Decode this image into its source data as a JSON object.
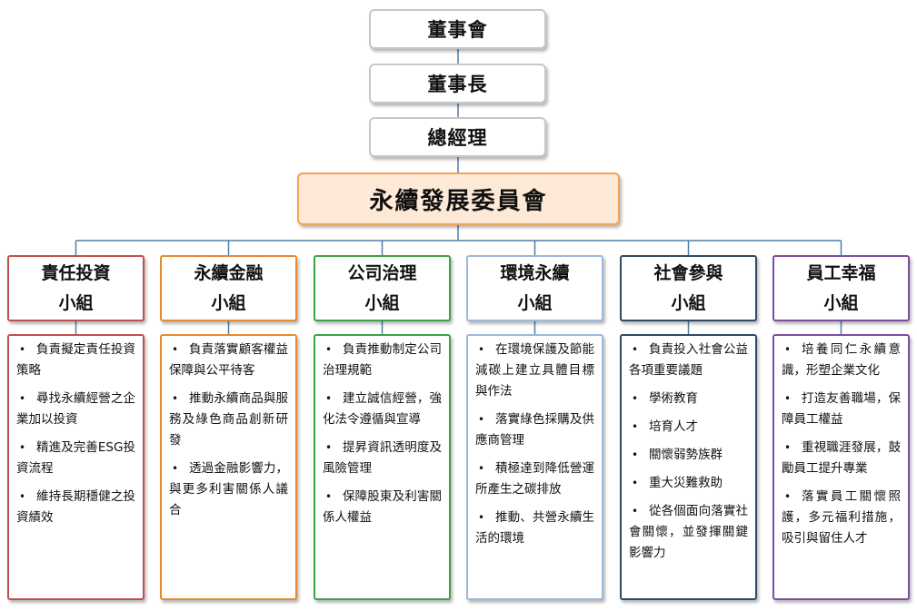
{
  "org": {
    "board": "董事會",
    "chairman": "董事長",
    "president": "總經理",
    "committee": "永續發展委員會"
  },
  "colors": {
    "connector": "#4f7ea8",
    "committee_fill": "#fde9d5",
    "committee_border": "#f0a35a",
    "group_borders": [
      "#c0504d",
      "#e38a33",
      "#3da347",
      "#9cb8da",
      "#2f4b66",
      "#7f4da0"
    ]
  },
  "groups": [
    {
      "title_line1": "責任投資",
      "title_line2": "小組",
      "items": [
        "負責擬定責任投資策略",
        "尋找永續經營之企業加以投資",
        "精進及完善ESG投資流程",
        "維持長期穩健之投資績效"
      ]
    },
    {
      "title_line1": "永續金融",
      "title_line2": "小組",
      "items": [
        "負責落實顧客權益保障與公平待客",
        "推動永續商品與服務及綠色商品創新研發",
        "透過金融影響力，與更多利害關係人議合"
      ]
    },
    {
      "title_line1": "公司治理",
      "title_line2": "小組",
      "items": [
        "負責推動制定公司治理規範",
        "建立誠信經營，強化法令遵循與宣導",
        "提昇資訊透明度及風險管理",
        "保障股東及利害關係人權益"
      ]
    },
    {
      "title_line1": "環境永續",
      "title_line2": "小組",
      "items": [
        "在環境保護及節能減碳上建立具體目標與作法",
        "落實綠色採購及供應商管理",
        "積極達到降低營運所產生之碳排放",
        "推動、共營永續生活的環境"
      ]
    },
    {
      "title_line1": "社會參與",
      "title_line2": "小組",
      "items": [
        "負責投入社會公益各項重要議題",
        "學術教育",
        "培育人才",
        "關懷弱勢族群",
        "重大災難救助",
        "從各個面向落實社會關懷，並發揮關鍵影響力"
      ]
    },
    {
      "title_line1": "員工幸福",
      "title_line2": "小組",
      "items": [
        "培養同仁永續意識，形塑企業文化",
        "打造友善職場，保障員工權益",
        "重視職涯發展，鼓勵員工提升專業",
        "落實員工關懷照護，多元福利措施，吸引與留住人才"
      ]
    }
  ]
}
